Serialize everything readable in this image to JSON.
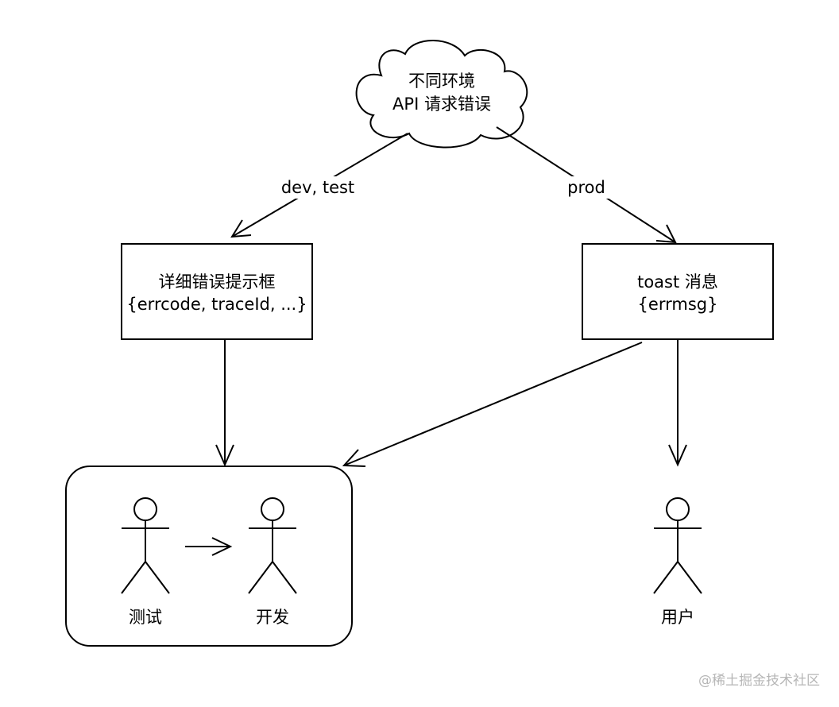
{
  "cloud": {
    "line1": "不同环境",
    "line2": "API 请求错误"
  },
  "edges": {
    "left_label": "dev, test",
    "right_label": "prod"
  },
  "detail_box": {
    "line1": "详细错误提示框",
    "line2": "{errcode, traceId, ...}"
  },
  "toast_box": {
    "line1": "toast 消息",
    "line2": "{errmsg}"
  },
  "actors": {
    "tester": "测试",
    "developer": "开发",
    "user": "用户"
  },
  "watermark": "@稀土掘金技术社区"
}
